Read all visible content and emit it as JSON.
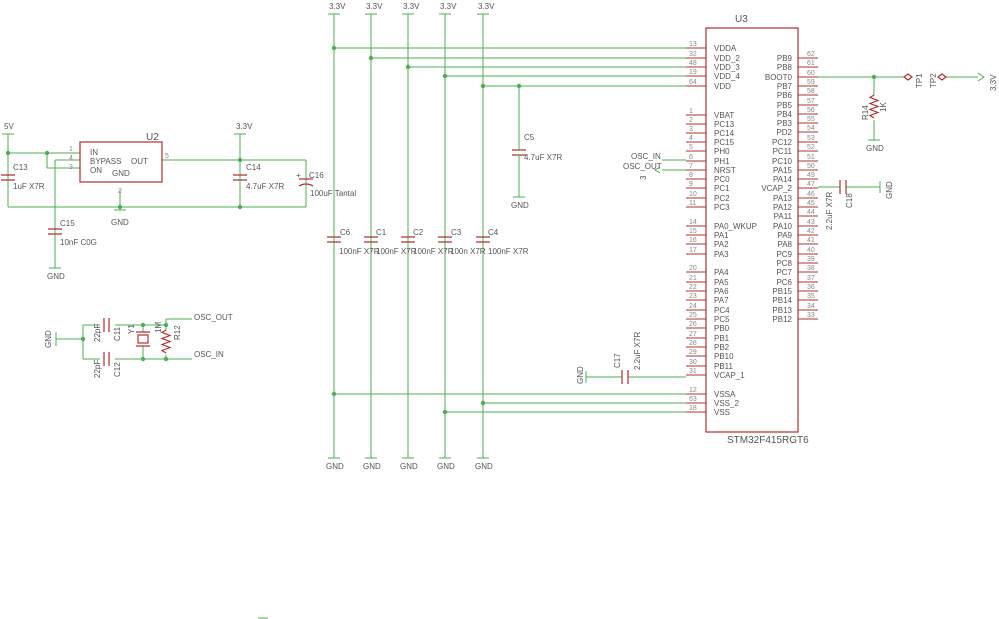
{
  "supply": {
    "v33": "3.3V",
    "v5": "5V",
    "gnd": "GND"
  },
  "u3": {
    "ref": "U3",
    "value": "STM32F415RGT6",
    "left_pins": [
      {
        "num": "13",
        "name": "VDDA"
      },
      {
        "num": "32",
        "name": "VDD_2"
      },
      {
        "num": "48",
        "name": "VDD_3"
      },
      {
        "num": "19",
        "name": "VDD_4"
      },
      {
        "num": "64",
        "name": "VDD"
      },
      {
        "num": "1",
        "name": "VBAT"
      },
      {
        "num": "2",
        "name": "PC13"
      },
      {
        "num": "3",
        "name": "PC14"
      },
      {
        "num": "4",
        "name": "PC15"
      },
      {
        "num": "5",
        "name": "PH0"
      },
      {
        "num": "6",
        "name": "PH1"
      },
      {
        "num": "7",
        "name": "NRST"
      },
      {
        "num": "8",
        "name": "PC0"
      },
      {
        "num": "9",
        "name": "PC1"
      },
      {
        "num": "10",
        "name": "PC2"
      },
      {
        "num": "11",
        "name": "PC3"
      },
      {
        "num": "14",
        "name": "PA0_WKUP"
      },
      {
        "num": "15",
        "name": "PA1"
      },
      {
        "num": "16",
        "name": "PA2"
      },
      {
        "num": "17",
        "name": "PA3"
      },
      {
        "num": "20",
        "name": "PA4"
      },
      {
        "num": "21",
        "name": "PA5"
      },
      {
        "num": "22",
        "name": "PA6"
      },
      {
        "num": "23",
        "name": "PA7"
      },
      {
        "num": "24",
        "name": "PC4"
      },
      {
        "num": "25",
        "name": "PC5"
      },
      {
        "num": "26",
        "name": "PB0"
      },
      {
        "num": "27",
        "name": "PB1"
      },
      {
        "num": "28",
        "name": "PB2"
      },
      {
        "num": "29",
        "name": "PB10"
      },
      {
        "num": "30",
        "name": "PB11"
      },
      {
        "num": "31",
        "name": "VCAP_1"
      },
      {
        "num": "12",
        "name": "VSSA"
      },
      {
        "num": "63",
        "name": "VSS_2"
      },
      {
        "num": "18",
        "name": "VSS"
      }
    ],
    "right_pins": [
      {
        "num": "62",
        "name": "PB9"
      },
      {
        "num": "61",
        "name": "PB8"
      },
      {
        "num": "60",
        "name": "BOOT0"
      },
      {
        "num": "59",
        "name": "PB7"
      },
      {
        "num": "58",
        "name": "PB6"
      },
      {
        "num": "57",
        "name": "PB5"
      },
      {
        "num": "56",
        "name": "PB4"
      },
      {
        "num": "55",
        "name": "PB3"
      },
      {
        "num": "54",
        "name": "PD2"
      },
      {
        "num": "53",
        "name": "PC12"
      },
      {
        "num": "52",
        "name": "PC11"
      },
      {
        "num": "51",
        "name": "PC10"
      },
      {
        "num": "50",
        "name": "PA15"
      },
      {
        "num": "49",
        "name": "PA14"
      },
      {
        "num": "47",
        "name": "VCAP_2"
      },
      {
        "num": "46",
        "name": "PA13"
      },
      {
        "num": "45",
        "name": "PA12"
      },
      {
        "num": "44",
        "name": "PA11"
      },
      {
        "num": "43",
        "name": "PA10"
      },
      {
        "num": "42",
        "name": "PA9"
      },
      {
        "num": "41",
        "name": "PA8"
      },
      {
        "num": "40",
        "name": "PC9"
      },
      {
        "num": "39",
        "name": "PC8"
      },
      {
        "num": "38",
        "name": "PC7"
      },
      {
        "num": "37",
        "name": "PC6"
      },
      {
        "num": "36",
        "name": "PB15"
      },
      {
        "num": "35",
        "name": "PB14"
      },
      {
        "num": "34",
        "name": "PB13"
      },
      {
        "num": "33",
        "name": "PB12"
      }
    ]
  },
  "u2": {
    "ref": "U2",
    "pin_in": "IN",
    "pin_bypass": "BYPASS",
    "pin_out": "OUT",
    "pin_on": "ON",
    "pin_gnd": "GND",
    "n1": "1",
    "n4": "4",
    "n3": "3",
    "n5": "5",
    "n2": "2"
  },
  "caps": {
    "c13": {
      "ref": "C13",
      "value": "1uF X7R"
    },
    "c14": {
      "ref": "C14",
      "value": "4.7uF X7R"
    },
    "c15": {
      "ref": "C15",
      "value": "10nF C0G"
    },
    "c16": {
      "ref": "C16",
      "value": "100uF Tantal"
    },
    "c5": {
      "ref": "C5",
      "value": "4.7uF X7R"
    },
    "c6": {
      "ref": "C6",
      "value": "100nF X7R"
    },
    "c1": {
      "ref": "C1",
      "value": "100nF X7R"
    },
    "c2": {
      "ref": "C2",
      "value": "100nF X7R"
    },
    "c3": {
      "ref": "C3",
      "value": "100n X7R"
    },
    "c4": {
      "ref": "C4",
      "value": "100nF X7R"
    },
    "c11": {
      "ref": "C11",
      "value": "22pF"
    },
    "c12": {
      "ref": "C12",
      "value": "22pF"
    },
    "c17": {
      "ref": "C17",
      "value": "2.2uF X7R"
    },
    "c18": {
      "ref": "C18",
      "value": "2.2uF X7R"
    }
  },
  "misc": {
    "y1": "Y1",
    "r12": "R12",
    "r12_value": "1M",
    "r14": "R14",
    "r14_value": "1K",
    "tp1": "TP1",
    "tp2": "TP2",
    "osc_out": "OSC_OUT",
    "osc_in": "OSC_IN",
    "ch_num": "3"
  }
}
